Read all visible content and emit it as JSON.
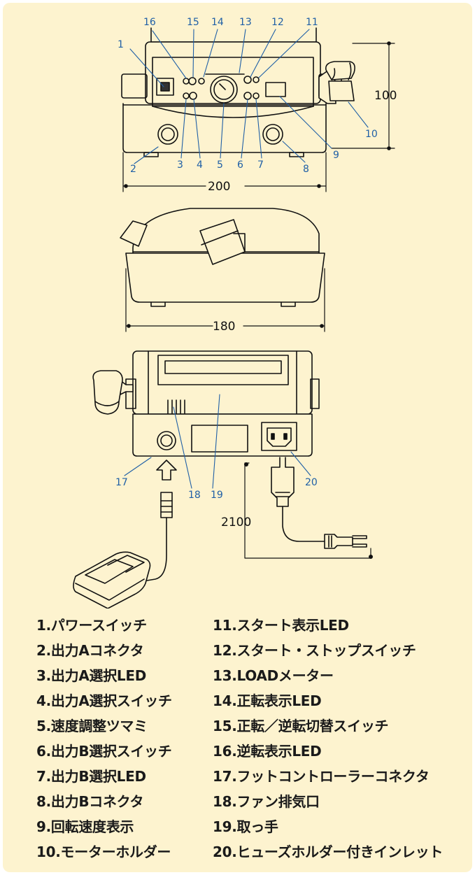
{
  "callouts": {
    "front": [
      "1",
      "2",
      "3",
      "4",
      "5",
      "6",
      "7",
      "8",
      "9",
      "10",
      "11",
      "12",
      "13",
      "14",
      "15",
      "16"
    ],
    "back": [
      "17",
      "18",
      "19",
      "20"
    ]
  },
  "dimensions": {
    "height": "100",
    "width": "200",
    "depth": "180",
    "cord_length": "2100"
  },
  "legend": [
    "1.パワースイッチ",
    "2.出力Aコネクタ",
    "3.出力A選択LED",
    "4.出力A選択スイッチ",
    "5.速度調整ツマミ",
    "6.出力B選択スイッチ",
    "7.出力B選択LED",
    "8.出力Bコネクタ",
    "9.回転速度表示",
    "10.モーターホルダー",
    "11.スタート表示LED",
    "12.スタート・ストップスイッチ",
    "13.LOADメーター",
    "14.正転表示LED",
    "15.正転／逆転切替スイッチ",
    "16.逆転表示LED",
    "17.フットコントローラーコネクタ",
    "18.ファン排気口",
    "19.取っ手",
    "20.ヒューズホルダー付きインレット"
  ]
}
